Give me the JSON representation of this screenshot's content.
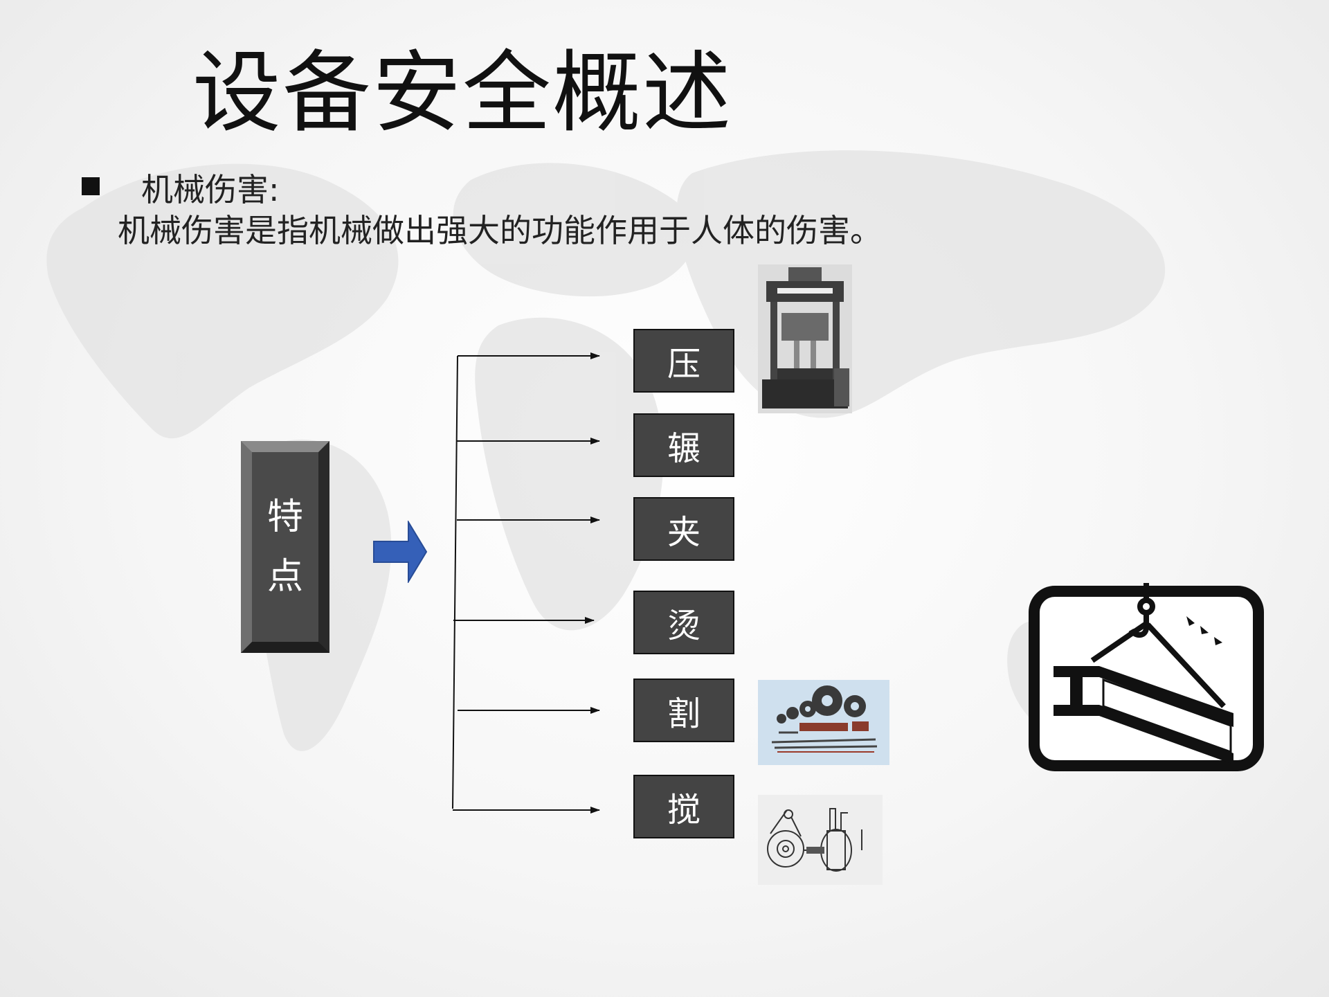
{
  "slide": {
    "title": "设备安全概述",
    "bullet": {
      "heading": "机械伤害:",
      "description": "机械伤害是指机械做出强大的功能作用于人体的伤害。"
    },
    "source": {
      "chars": [
        "特",
        "点"
      ]
    },
    "items": [
      {
        "label": "压"
      },
      {
        "label": "辗"
      },
      {
        "label": "夹"
      },
      {
        "label": "烫"
      },
      {
        "label": "割"
      },
      {
        "label": "搅"
      }
    ],
    "images": [
      {
        "icon": "hydraulic-press-image"
      },
      {
        "icon": "cutting-tools-image"
      },
      {
        "icon": "belt-pulley-image"
      },
      {
        "icon": "hanging-load-warning-icon"
      }
    ],
    "colors": {
      "arrow_blue": "#3560b8",
      "box_dark": "#444444",
      "text": "#222222"
    }
  }
}
